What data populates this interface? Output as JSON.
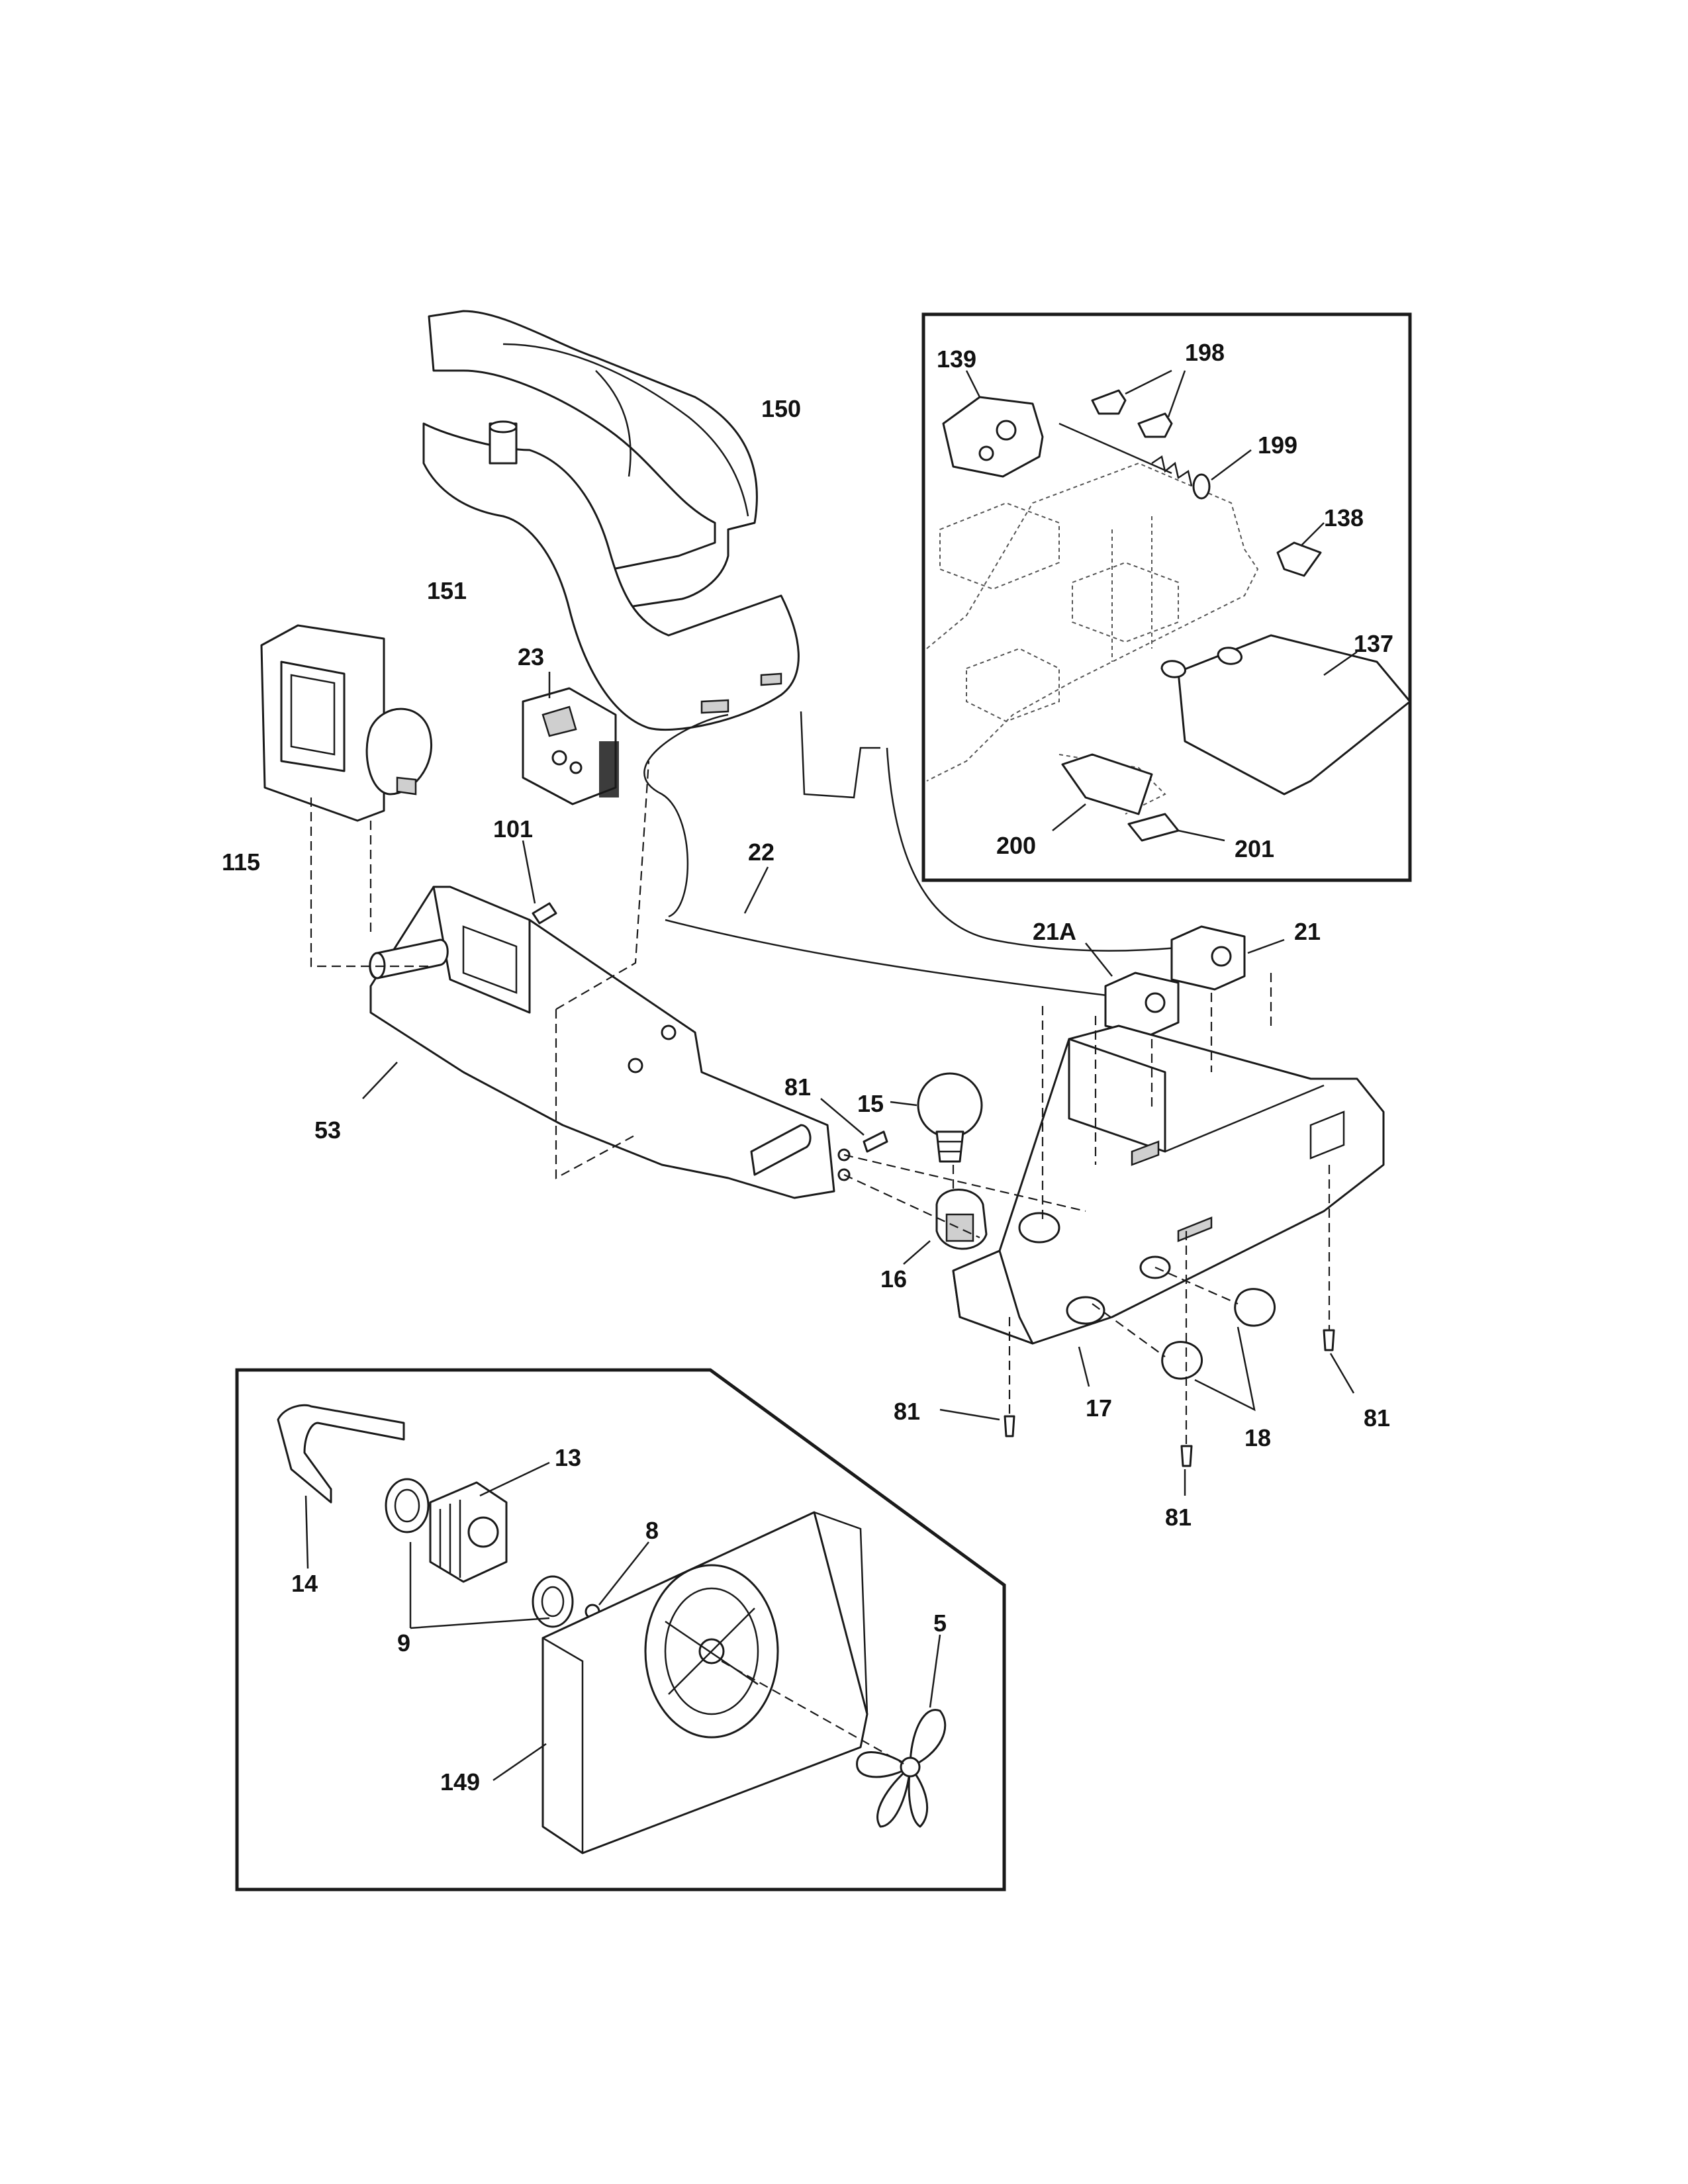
{
  "callouts": {
    "c150": "150",
    "c151": "151",
    "c23": "23",
    "c115": "115",
    "c101": "101",
    "c22": "22",
    "c21a": "21A",
    "c21": "21",
    "c15": "15",
    "c81a": "81",
    "c53": "53",
    "c16": "16",
    "c17": "17",
    "c18": "18",
    "c81b": "81",
    "c81c": "81",
    "c81d": "81",
    "c139": "139",
    "c198": "198",
    "c199": "199",
    "c138": "138",
    "c137": "137",
    "c200": "200",
    "c201": "201",
    "c13": "13",
    "c14": "14",
    "c9": "9",
    "c8": "8",
    "c5": "5",
    "c149": "149"
  }
}
